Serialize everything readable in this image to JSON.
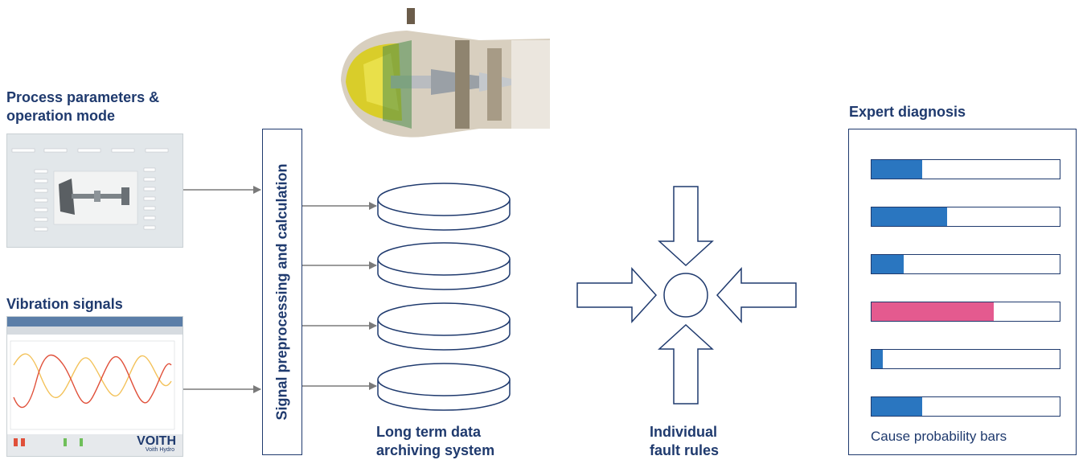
{
  "labels": {
    "process_line1": "Process parameters &",
    "process_line2": "operation mode",
    "vibration": "Vibration signals",
    "signal_box": "Signal preprocessing and calculation",
    "archive_line1": "Long term data",
    "archive_line2": "archiving system",
    "fault_line1": "Individual",
    "fault_line2": "fault rules",
    "expert_title": "Expert diagnosis",
    "expert_caption": "Cause probability bars"
  },
  "vibration_screenshot": {
    "brand": "VOITH",
    "brand_sub": "Voith Hydro"
  },
  "colors": {
    "navy": "#1f3a6e",
    "bar_blue": "#2a76c0",
    "bar_pink": "#e45a8f",
    "arrow_gray": "#7a7a7a"
  },
  "probability_bars": [
    {
      "value": 0.27,
      "color": "#2a76c0"
    },
    {
      "value": 0.4,
      "color": "#2a76c0"
    },
    {
      "value": 0.17,
      "color": "#2a76c0"
    },
    {
      "value": 0.65,
      "color": "#e45a8f"
    },
    {
      "value": 0.06,
      "color": "#2a76c0"
    },
    {
      "value": 0.27,
      "color": "#2a76c0"
    }
  ]
}
